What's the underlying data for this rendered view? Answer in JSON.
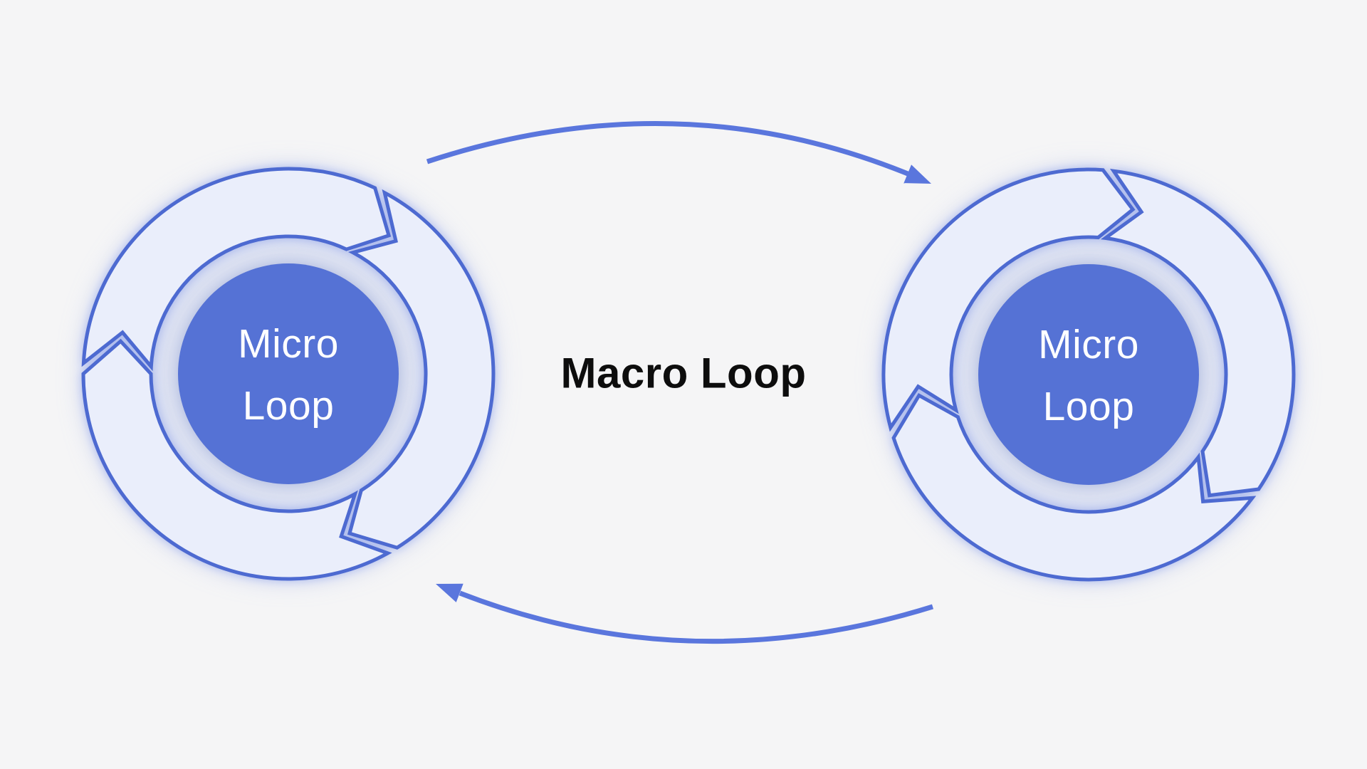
{
  "diagram": {
    "type": "cycle-diagram",
    "macro_label": "Macro Loop",
    "left_loop": {
      "label_lines": [
        "Micro",
        "Loop"
      ]
    },
    "right_loop": {
      "label_lines": [
        "Micro",
        "Loop"
      ]
    }
  },
  "colors": {
    "background": "#f5f5f6",
    "segment_fill": "#eaeefb",
    "segment_stroke": "#4d6ad1",
    "inner_circle_fill": "#5572d5",
    "gap_ring_fill": "#e2e6f3",
    "arrow_color": "#5a76dd",
    "micro_text_color": "#ffffff",
    "macro_text_color": "#0d0d0d",
    "glow_color": "rgba(130,152,230,0.55)"
  }
}
